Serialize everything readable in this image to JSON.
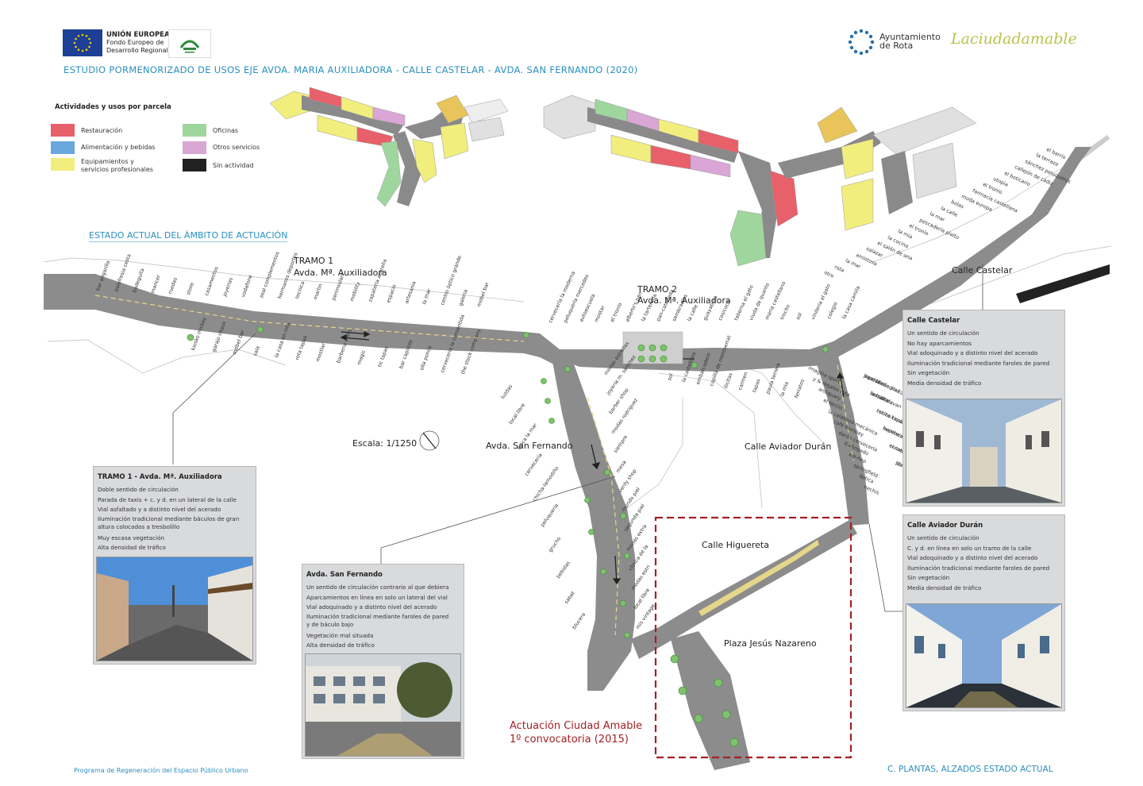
{
  "header": {
    "eu_title": "UNIÓN EUROPEA",
    "eu_line1": "Fondo Europeo de",
    "eu_line2": "Desarrollo Regional",
    "study_title": "ESTUDIO PORMENORIZADO DE USOS EJE AVDA. MARIA AUXILIADORA - CALLE CASTELAR - AVDA. SAN FERNANDO (2020)",
    "rota_line1": "Ayuntamiento",
    "rota_line2": "de Rota",
    "ciudad_amable": "Laciudadamable"
  },
  "legend": {
    "title": "Actividades y usos por parcela",
    "items": [
      {
        "label": "Restauración",
        "color": "#e8606a"
      },
      {
        "label": "Alimentación y bebidas",
        "color": "#6aa7de"
      },
      {
        "label": "Equipamientos y servicios profesionales",
        "color": "#f1ee7e"
      },
      {
        "label": "Oficinas",
        "color": "#9fd69d"
      },
      {
        "label": "Otros servicios",
        "color": "#d9a6d6"
      },
      {
        "label": "Sin actividad",
        "color": "#222222"
      }
    ]
  },
  "section_title": "ESTADO ACTUAL DEL ÁMBITO DE ACTUACIÓN",
  "map_labels": {
    "tramo1": "TRAMO 1",
    "tramo1_street": "Avda. Mª. Auxiliadora",
    "tramo2": "TRAMO 2",
    "tramo2_street": "Avda. Mª. Auxiliadora",
    "san_fernando": "Avda. San Fernando",
    "aviador": "Calle Aviador Durán",
    "castelar": "Calle Castelar",
    "higuereta": "Calle Higuereta",
    "plaza": "Plaza Jesús Nazareno",
    "escala": "Escala: 1/1250"
  },
  "shops": [
    "bar angarilla",
    "palafresia cesta",
    "bodeguita",
    "mancer",
    "ruedas",
    "store",
    "casamentos",
    "joyerías",
    "vodafone",
    "zeal complementos",
    "hermanos deportes",
    "tecnica",
    "martín",
    "peninsulart",
    "mobility",
    "zapatería azgreña",
    "espacio",
    "artesania",
    "la mar",
    "centro óptico grande",
    "galeria",
    "mobel bar",
    "kiosko mickey",
    "garajo chaus",
    "mobel bar",
    "sala",
    "la casa en rota",
    "rota tapas",
    "mostlar",
    "barberia venis",
    "magic",
    "tic tapas",
    "bar capirote",
    "olla ponce",
    "cervecería la consentida",
    "the stock company",
    "cervecería la moderna",
    "peluquería mercedes",
    "autoescuela",
    "mostar",
    "el tronío",
    "alberto's pan",
    "la tarterería",
    "pan-catañeda",
    "sembradíos",
    "la calle",
    "guayabera",
    "cosicoco",
    "taberna el gato",
    "viuda de quanto",
    "maria castellano",
    "trocito",
    "sol",
    "vinilería el gato",
    "colegio",
    "la casa camila",
    "sol",
    "la castellana",
    "embarcadero",
    "capilla de montserrat",
    "ilicitas",
    "carmen",
    "tapas",
    "paula terrera",
    "la mia",
    "ferratos",
    "otro",
    "rota",
    "la mar",
    "amistosa",
    "salazar",
    "el salón de ana",
    "la cocina",
    "la mia",
    "el tronío",
    "pescadería plaíto",
    "la mar",
    "la calle",
    "bolas",
    "moda europa",
    "farmacia castellana",
    "el tronio",
    "utopia",
    "el boticario",
    "callejón de cádiz",
    "sánchez peluqueros",
    "la terraza",
    "el barrio",
    "imagina sport",
    "y & regalos rota",
    "antiquary",
    "el tercio",
    "la calabaza mecánica",
    "café bombay",
    "dardo cervecería",
    "d.abogado",
    "ale-hop",
    "springfield",
    "óptica",
    "nechis",
    "luzdas",
    "local libre",
    "tasca la mar",
    "cervecería",
    "chicha-lamodiño",
    "peluquería",
    "grucho",
    "bebidas",
    "sabat",
    "blucera",
    "modas estrellas",
    "joyería m. sánchez",
    "barber shop",
    "modas rodriguez",
    "siempre",
    "mesa",
    "verily shop",
    "mundo piel",
    "segunda piel",
    "modas extra",
    "clinica de la",
    "modas estri",
    "local libre",
    "mis vintage",
    "local libre",
    "la mákina",
    "rakito kiosko",
    "herribo's",
    "el salon de ana",
    "librería",
    "joyería sánchez",
    "tasca talavan",
    "tocino tapas",
    "supereuro",
    "comercio mi casapuerta",
    "piscoes",
    "pescadería plaito",
    "bolsidos"
  ],
  "boxes": {
    "tramo1": {
      "title": "TRAMO 1 - Avda. Mª. Auxiliadora",
      "lines": [
        "Doble sentido de circulación",
        "Parada de taxis + c. y d. en un lateral de la calle",
        "Vial asfaltado y a distinto nivel del acerado",
        "Iluminación tradicional mediante báculos de gran altura colocados a tresbolillo",
        "Muy escasa vegetación",
        "Alta densidad de tráfico"
      ]
    },
    "san_fernando": {
      "title": "Avda. San Fernando",
      "lines": [
        "Un sentido de circulación contrario al que debiera",
        "Aparcamientos en línea en solo un lateral del vial",
        "Vial adoquinado y a distinto nivel del acerado",
        "Iluminación tradicional mediante faroles de pared y de báculo bajo",
        "Vegetación mal situada",
        "Alta densidad de tráfico"
      ]
    },
    "castelar": {
      "title": "Calle Castelar",
      "lines": [
        "Un sentido de circulación",
        "No hay aparcamientos",
        "Vial adoquinado y a distinto nivel del acerado",
        "Iluminación tradicional mediante faroles de pared",
        "Sin vegetación",
        "Media densidad de tráfico"
      ]
    },
    "aviador": {
      "title": "Calle Aviador Durán",
      "lines": [
        "Un sentido de circulación",
        "C. y d. en línea en solo un tramo de la calle",
        "Vial adoquinado y a distinto nivel del acerado",
        "Iluminación tradicional mediante faroles de pared",
        "Sin vegetación",
        "Media densidad de tráfico"
      ]
    }
  },
  "actuacion": {
    "line1": "Actuación Ciudad Amable",
    "line2": "1º convocatoria (2015)"
  },
  "footer": {
    "left": "Programa de Regeneración del Espacio Público Urbano",
    "right": "C. PLANTAS, ALZADOS ESTADO ACTUAL"
  },
  "colors": {
    "accent_blue": "#2a8fbf",
    "road": "#8a8a8a",
    "actuacion_red": "#a32125"
  }
}
